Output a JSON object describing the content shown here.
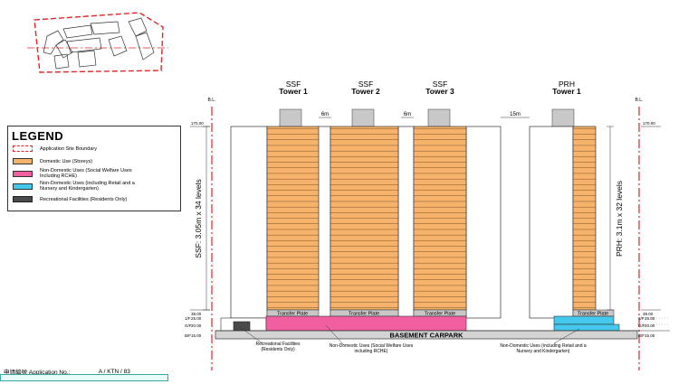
{
  "towers": {
    "ssf1": {
      "line1": "SSF",
      "line2": "Tower 1"
    },
    "ssf2": {
      "line1": "SSF",
      "line2": "Tower 2"
    },
    "ssf3": {
      "line1": "SSF",
      "line2": "Tower 3"
    },
    "prh1": {
      "line1": "PRH",
      "line2": "Tower 1"
    }
  },
  "gaps": {
    "g1": "6m",
    "g2": "6m",
    "g3": "15m"
  },
  "boundary_labels": {
    "left": "B.L.",
    "right": "B.L."
  },
  "levels": {
    "top": "170.00",
    "transfer": "39.00",
    "podium1": "25.00",
    "podium_g": "20.00",
    "basement": "15.00"
  },
  "floor_labels": {
    "one": "1/F",
    "ground": "G/F",
    "basement": "B/F"
  },
  "transfer_plate": "Transfer Plate",
  "basement": "BASEMENT CARPARK",
  "dimensions": {
    "ssf": "SSF: 3.05m x 34 levels",
    "prh": "PRH: 3.1m x 32 levels"
  },
  "legend": {
    "title": "LEGEND",
    "items": [
      {
        "label": "Application Site Boundary",
        "type": "boundary"
      },
      {
        "label": "Domestic Use (Storeys)",
        "color": "#f7b36b"
      },
      {
        "label": "Non-Domestic Uses (Social Welfare Uses Including RCHE)",
        "color": "#f25fa0"
      },
      {
        "label": "Non-Domestic Uses (including Retail and a Nursery and Kindergarten)",
        "color": "#45c8ee"
      },
      {
        "label": "Recreational Facilities (Residents Only)",
        "color": "#4a4a4a"
      }
    ]
  },
  "callouts": {
    "recreational": "Recreational Facilities (Residents Only)",
    "social": "Non-Domestic Uses (Social Welfare Uses including RCHE)",
    "retail": "Non-Domestic Uses (including Retail and a Nursery and Kindergarten)"
  },
  "application": {
    "label": "申請編號 Application No.:",
    "value": "A / KTN / 83"
  },
  "colors": {
    "domestic": "#f7b36b",
    "social": "#f25fa0",
    "retail": "#45c8ee",
    "recreational": "#4a4a4a",
    "boundary": "#e0262b",
    "transfer": "#c8c8c8",
    "basement": "#d4d4d4"
  }
}
